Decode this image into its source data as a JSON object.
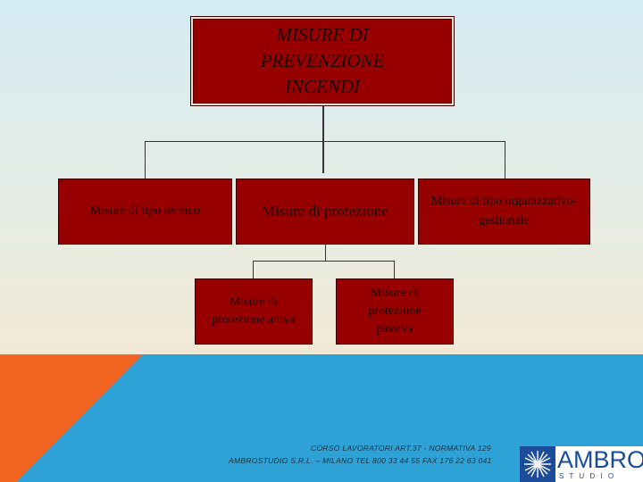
{
  "diagram": {
    "root": "MISURE DI PREVENZIONE INCENDI",
    "level1": [
      "Misure di tipo tecnico",
      "Misure di protezione",
      "Misure di tipo organizzativo-gestionale"
    ],
    "level2": [
      "Misure di protezione attiva",
      "Misure di protezione passiva"
    ]
  },
  "footer": {
    "line1": "CORSO LAVORATORI ART.37 - NORMATIVA 129",
    "line2": "AMBROSTUDIO S.R.L. – MILANO TEL 800 33 44 55 FAX 176 22 63 041"
  },
  "logo": {
    "text": "AMBRO",
    "subtext": "S T U D I O"
  },
  "colors": {
    "box_fill": "#960000",
    "accent_orange": "#f26522",
    "accent_blue": "#2ea2d6",
    "logo_blue": "#1b4b9b"
  }
}
